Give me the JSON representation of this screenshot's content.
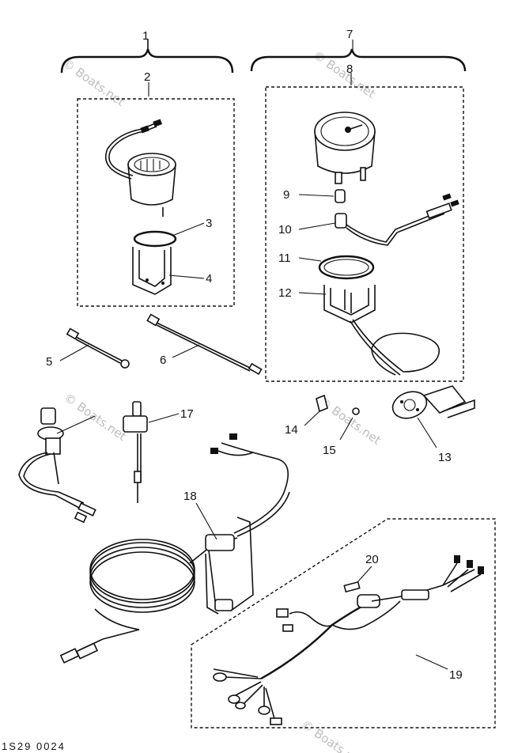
{
  "callouts": {
    "n1": "1",
    "n2": "2",
    "n3": "3",
    "n4": "4",
    "n5": "5",
    "n6": "6",
    "n7": "7",
    "n8": "8",
    "n9": "9",
    "n10": "10",
    "n11": "11",
    "n12": "12",
    "n13": "13",
    "n14": "14",
    "n15": "15",
    "n17": "17",
    "n18": "18",
    "n19": "19",
    "n20": "20"
  },
  "watermarks": {
    "w1": "© Boats.net",
    "w2": "© Boats.net",
    "w3": "© Boats.net",
    "w4": "© Boats.net",
    "w5": "© Boats.net"
  },
  "footer_code": "1S29 0024"
}
